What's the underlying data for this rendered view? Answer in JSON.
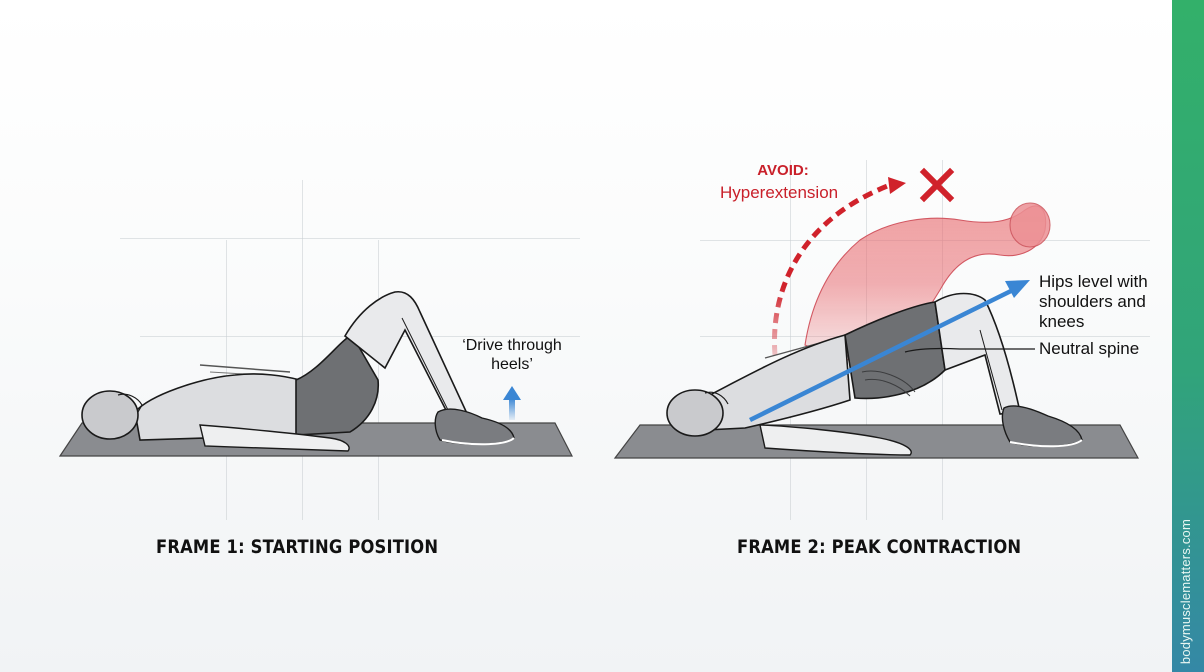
{
  "frames": [
    {
      "id": "frame-1",
      "caption": "FRAME 1: STARTING POSITION",
      "pose": "lying supine, knees bent, feet flat on mat",
      "annotations": [
        {
          "text_line1": "‘Drive through",
          "text_line2": "heels’",
          "icon": "arrow-up-icon",
          "color": "#3a86d4"
        }
      ]
    },
    {
      "id": "frame-2",
      "caption": "FRAME 2: PEAK CONTRACTION",
      "pose": "hips raised into bridge",
      "annotations": [
        {
          "text_line1": "Hips level with",
          "text_line2": "shoulders and",
          "text_line3": "knees",
          "icon": "diagonal-arrow-icon",
          "color": "#3a86d4"
        },
        {
          "text": "Neutral spine",
          "icon": "leader-line"
        }
      ],
      "warning": {
        "title": "AVOID:",
        "subtitle": "Hyperextension",
        "icon": "x-mark-icon",
        "color": "#d0222b",
        "ghost_pose": "over-arched back (red overlay)"
      }
    }
  ],
  "sidebar": {
    "watermark": "bodymusclematters.com",
    "gradient_top": "#33b06a",
    "gradient_bottom": "#3488a6"
  },
  "colors": {
    "mat": "#8a8c90",
    "figure_skin": "#e6e7e8",
    "shorts": "#6e7073",
    "outline": "#1a1a1a",
    "accent_blue": "#3a86d4",
    "warning_red": "#d0222b"
  }
}
